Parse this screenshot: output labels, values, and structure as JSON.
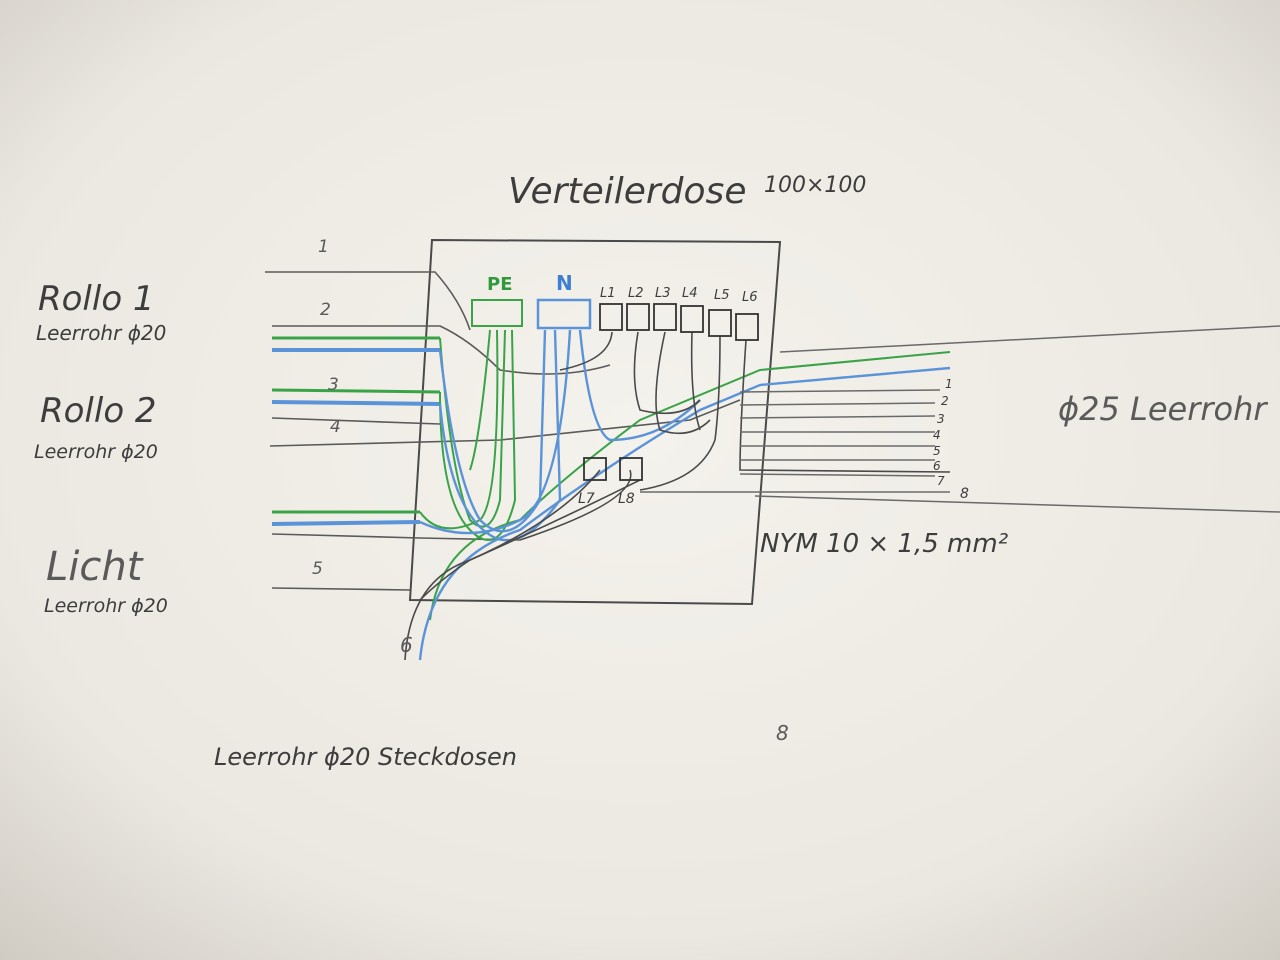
{
  "title": "Verteilerdose",
  "title_size": "100×100",
  "left_conduits": [
    {
      "name": "Rollo 1",
      "sub": "Leerrohr ϕ20"
    },
    {
      "name": "Rollo 2",
      "sub": "Leerrohr ϕ20"
    },
    {
      "name": "Licht",
      "sub": "Leerrohr ϕ20"
    }
  ],
  "left_wire_numbers": [
    "1",
    "2",
    "3",
    "4",
    "5"
  ],
  "bottom_wire_number": "6",
  "bottom_label": "Leerrohr ϕ20 Steckdosen",
  "right_conduit_label": "ϕ25 Leerrohr",
  "right_wire_numbers": [
    "1",
    "2",
    "3",
    "4",
    "5",
    "6",
    "7"
  ],
  "right_extra_number": "8",
  "cable_label": "NYM 10 × 1,5 mm²",
  "terminals": {
    "pe": "PE",
    "n": "N",
    "l_top": [
      "L1",
      "L2",
      "L3",
      "L4",
      "L5",
      "L6"
    ],
    "l_bottom": [
      "L7",
      "L8"
    ]
  },
  "loose_number": "8",
  "colors": {
    "paper": "#f1efe9",
    "pencil": "#4a4a4a",
    "green": "#3aa348",
    "blue": "#5b93d8"
  }
}
